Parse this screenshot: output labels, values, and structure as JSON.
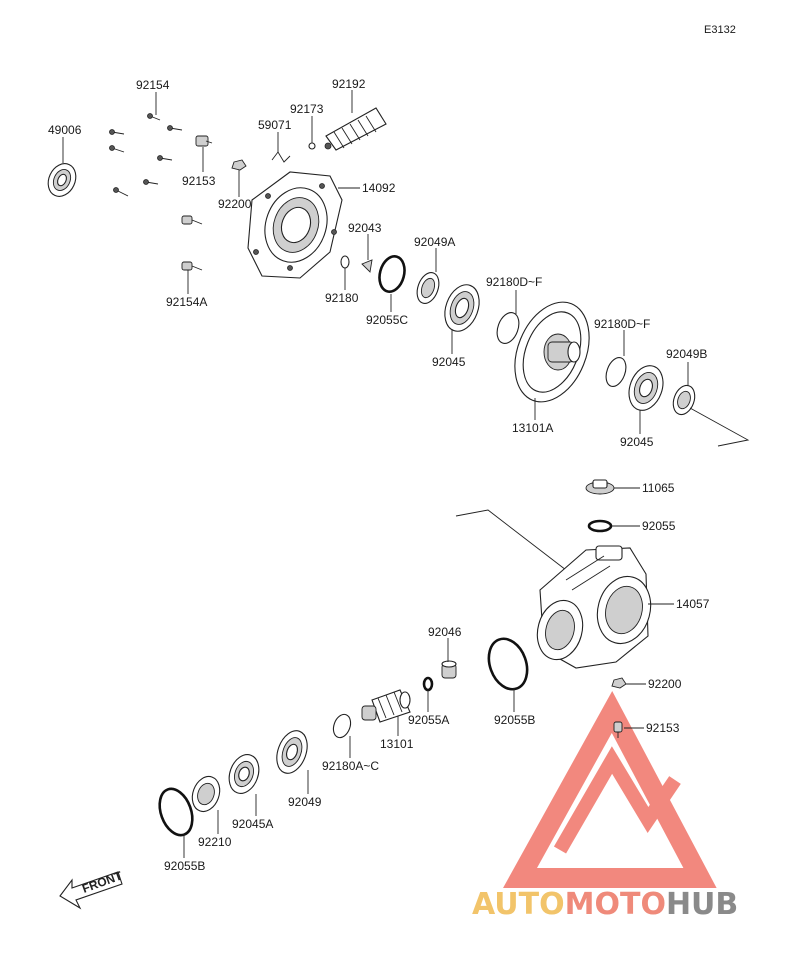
{
  "diagram_code": "E3132",
  "front_label": "FRONT",
  "watermark": {
    "part1": "AUTO",
    "part2": "MOTO",
    "part3": "HUB",
    "color_part1": "#f2c46a",
    "color_part2": "#ef8a7a",
    "color_part3": "#8a8a8a",
    "logo_color": "#f07468"
  },
  "part_labels": {
    "p49006": "49006",
    "p92154": "92154",
    "p92192": "92192",
    "p92173": "92173",
    "p59071": "59071",
    "p92153_top": "92153",
    "p92200_top": "92200",
    "p14092": "14092",
    "p92154A": "92154A",
    "p92043": "92043",
    "p92049A": "92049A",
    "p92180": "92180",
    "p92055C": "92055C",
    "p92045_top": "92045",
    "p92180DF_1": "92180D~F",
    "p92180DF_2": "92180D~F",
    "p92049B": "92049B",
    "p13101A": "13101A",
    "p92045_right": "92045",
    "p11065": "11065",
    "p92055": "92055",
    "p14057": "14057",
    "p92046": "92046",
    "p92200_right": "92200",
    "p92153_right": "92153",
    "p92055A": "92055A",
    "p92055B_mid": "92055B",
    "p13101": "13101",
    "p92180AC": "92180A~C",
    "p92049": "92049",
    "p92045A": "92045A",
    "p92210": "92210",
    "p92055B_low": "92055B"
  }
}
